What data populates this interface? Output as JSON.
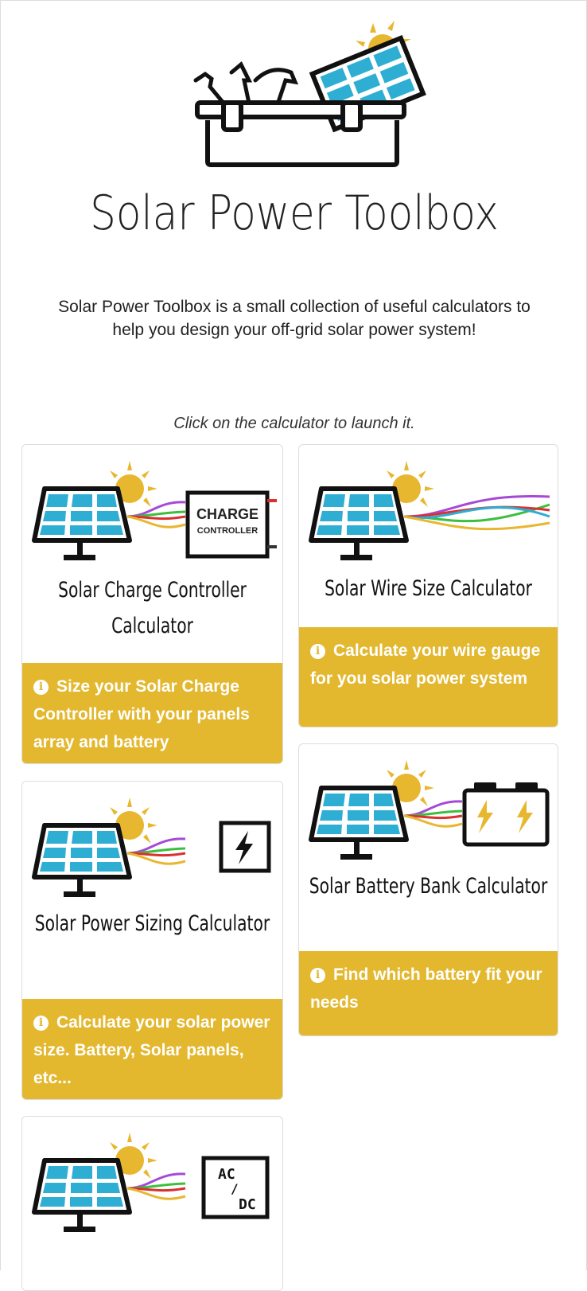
{
  "header": {
    "brand": "Solar Power Toolbox",
    "intro": "Solar Power Toolbox is a small collection of useful calculators to help you design your off-grid solar power system!",
    "hint": "Click on the calculator to launch it."
  },
  "colors": {
    "accent": "#e3b82f",
    "panel": "#2eaed3",
    "sun": "#e8b730"
  },
  "calculators": [
    {
      "title": "Solar Charge Controller Calculator",
      "description": "Size your Solar Charge Controller with your panels array and battery",
      "device_label_1": "CHARGE",
      "device_label_2": "CONTROLLER",
      "icon": "info-icon"
    },
    {
      "title": "Solar Wire Size Calculator",
      "description": "Calculate your wire gauge for you solar power system",
      "icon": "info-icon"
    },
    {
      "title": "Solar Power Sizing Calculator",
      "description": "Calculate your solar power size. Battery, Solar panels, etc...",
      "icon": "info-icon"
    },
    {
      "title": "Solar Battery Bank Calculator",
      "description": "Find which battery fit your needs",
      "icon": "info-icon"
    },
    {
      "title": "",
      "device_label_1": "AC",
      "device_label_2": "/",
      "device_label_3": "DC"
    }
  ]
}
